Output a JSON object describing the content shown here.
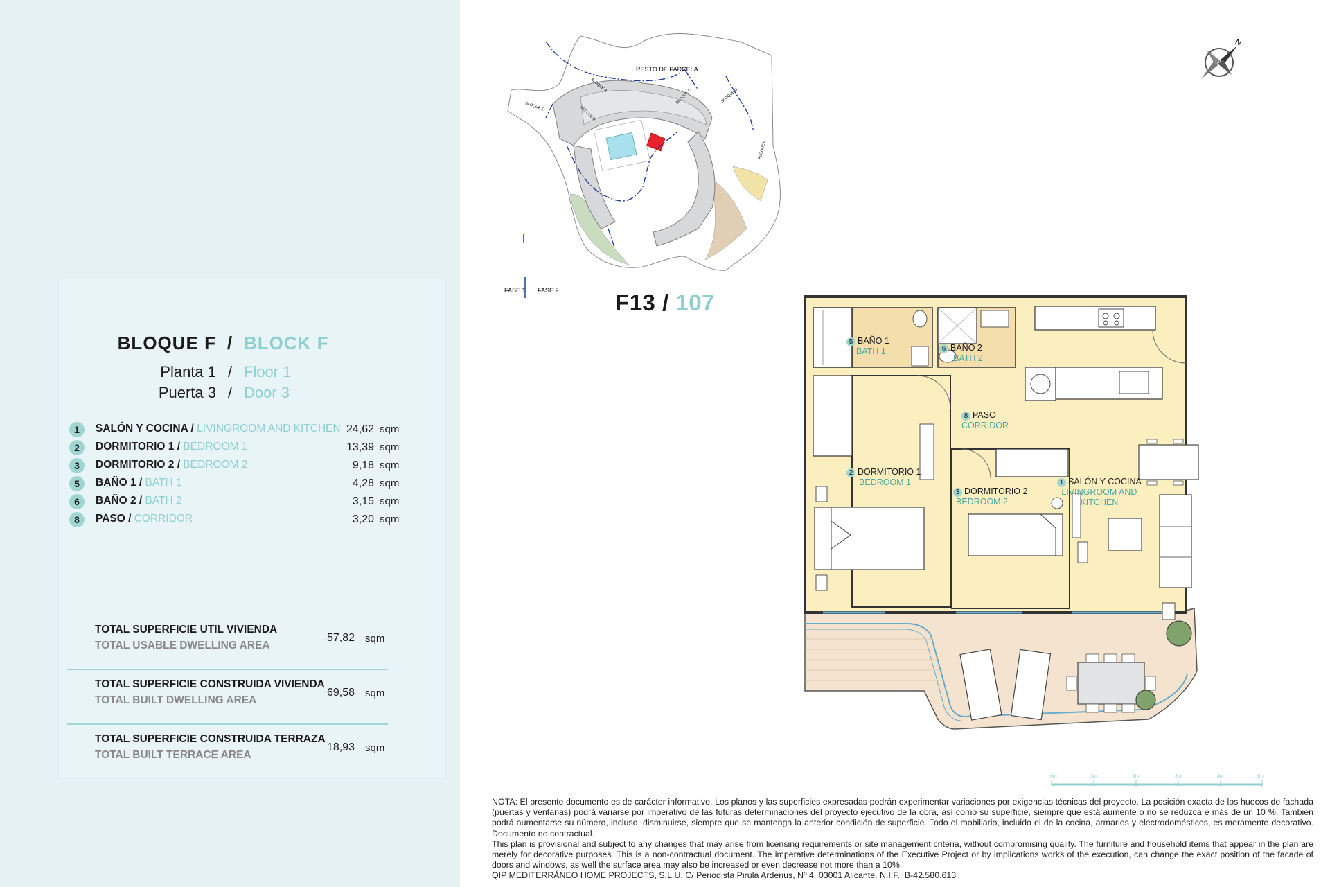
{
  "unit": {
    "code": "F13 /",
    "code_en": "107"
  },
  "block": {
    "label_es": "BLOQUE F",
    "label_en": "BLOCK F"
  },
  "floor": {
    "label_es": "Planta 1",
    "label_en": "Floor 1"
  },
  "door": {
    "label_es": "Puerta 3",
    "label_en": "Door 3"
  },
  "rooms": [
    {
      "num": "1",
      "name_es": "SALÓN Y COCINA /",
      "name_en": "LIVINGROOM AND KITCHEN",
      "value": "24,62",
      "unit": "sqm"
    },
    {
      "num": "2",
      "name_es": "DORMITORIO 1 /",
      "name_en": "BEDROOM 1",
      "value": "13,39",
      "unit": "sqm"
    },
    {
      "num": "3",
      "name_es": "DORMITORIO 2 /",
      "name_en": "BEDROOM 2",
      "value": "9,18",
      "unit": "sqm"
    },
    {
      "num": "5",
      "name_es": "BAÑO 1 /",
      "name_en": "BATH 1",
      "value": "4,28",
      "unit": "sqm"
    },
    {
      "num": "6",
      "name_es": "BAÑO 2 /",
      "name_en": "BATH 2",
      "value": "3,15",
      "unit": "sqm"
    },
    {
      "num": "8",
      "name_es": "PASO /",
      "name_en": "CORRIDOR",
      "value": "3,20",
      "unit": "sqm"
    }
  ],
  "totals": [
    {
      "label_es": "TOTAL SUPERFICIE UTIL VIVIENDA",
      "label_en": "TOTAL USABLE DWELLING AREA",
      "value": "57,82",
      "unit": "sqm"
    },
    {
      "label_es": "TOTAL SUPERFICIE CONSTRUIDA VIVIENDA",
      "label_en": "TOTAL BUILT DWELLING AREA",
      "value": "69,58",
      "unit": "sqm"
    },
    {
      "label_es": "TOTAL SUPERFICIE CONSTRUIDA TERRAZA",
      "label_en": "TOTAL BUILT TERRACE AREA",
      "value": "18,93",
      "unit": "sqm"
    }
  ],
  "site_plan": {
    "resto": "RESTO DE PARCELA",
    "fase1": "FASE 1",
    "fase2": "FASE 2",
    "bloque_a": "BLOQUE A",
    "bloque_b": "BLOQUE B",
    "bloque_c": "BLOQUE C",
    "bloque_d": "BLOQUE D",
    "bloque_e": "BLOQUE E",
    "bloque_f": "BLOQUE F",
    "highlight_color": "#e8212b"
  },
  "plan_labels": {
    "bath1": {
      "num": "5",
      "es": "BAÑO 1",
      "en": "BATH 1"
    },
    "bath2": {
      "num": "6",
      "es": "BAÑO 2",
      "en": "BATH 2"
    },
    "corridor": {
      "num": "8",
      "es": "PASO",
      "en": "CORRIDOR"
    },
    "bed1": {
      "num": "2",
      "es": "DORMITORIO 1",
      "en": "BEDROOM 1"
    },
    "bed2": {
      "num": "3",
      "es": "DORMITORIO 2",
      "en": "BEDROOM 2"
    },
    "living": {
      "num": "1",
      "es": "SALÓN Y COCINA",
      "en": "LIVINGROOM AND",
      "en2": "KITCHEN"
    }
  },
  "scale_labels": [
    "0m",
    "1m",
    "2m",
    "3m",
    "4m",
    "5m"
  ],
  "compass_label": "N",
  "colors": {
    "accent": "#8fcfcf",
    "badge": "#9fd6d1",
    "room_fill": "#fbefc0",
    "bath_fill": "#f3deac",
    "terrace": "#f3e3cf"
  },
  "disclaimer": {
    "es": "NOTA: El presente documento es de carácter informativo. Los planos y las superficies expresadas podrán experimentar variaciones por exigencias técnicas del proyecto. La posición exacta de los huecos de fachada (puertas y ventanas) podrá variarse por imperativo de las futuras determinaciones del proyecto ejecutivo de la obra, así como su superficie, siempre que está aumente o no se reduzca e más de un 10 %. También podrá aumentarse su número, incluso, disminuirse, siempre que se mantenga la anterior condición de superficie. Todo el mobiliario, incluido el de la cocina, armarios y electrodomésticos, es meramente decorativo. Documento no contractual.",
    "en": "This plan is provisional and subject to any changes that may arise from licensing requirements or site management criteria, without compromising quality. The furniture and household items that appear in the plan are merely for decorative purposes. This is a non-contractual document. The imperative determinations of the Executive Project or by implications works of the execution, can change the exact position of the facade of doors and windows, as well the surface area may also be increased or even decrease not more than a 10%.",
    "company": "QIP MEDITERRÁNEO HOME PROJECTS, S.L.U. C/ Periodista Pirula Arderius, Nº 4. 03001 Alicante. N.I.F.: B-42.580.613"
  }
}
